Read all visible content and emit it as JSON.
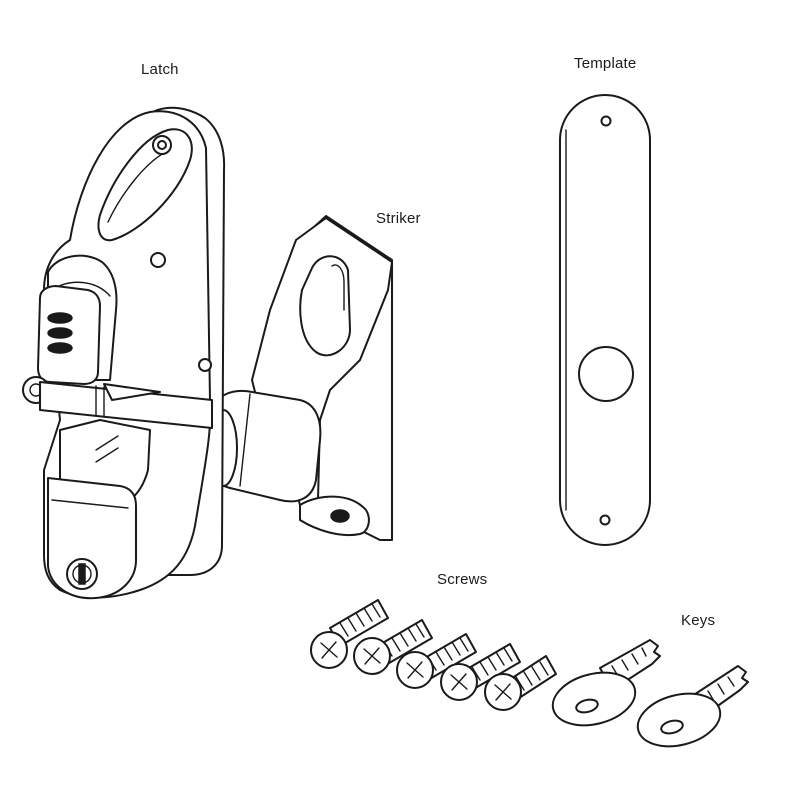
{
  "labels": {
    "latch": "Latch",
    "template": "Template",
    "striker": "Striker",
    "screws": "Screws",
    "keys": "Keys"
  },
  "parts": {
    "screws_count": 5,
    "keys_count": 2
  },
  "colors": {
    "line": "#1a1a1a",
    "fill": "#ffffff",
    "shade": "#e8e8e8"
  }
}
